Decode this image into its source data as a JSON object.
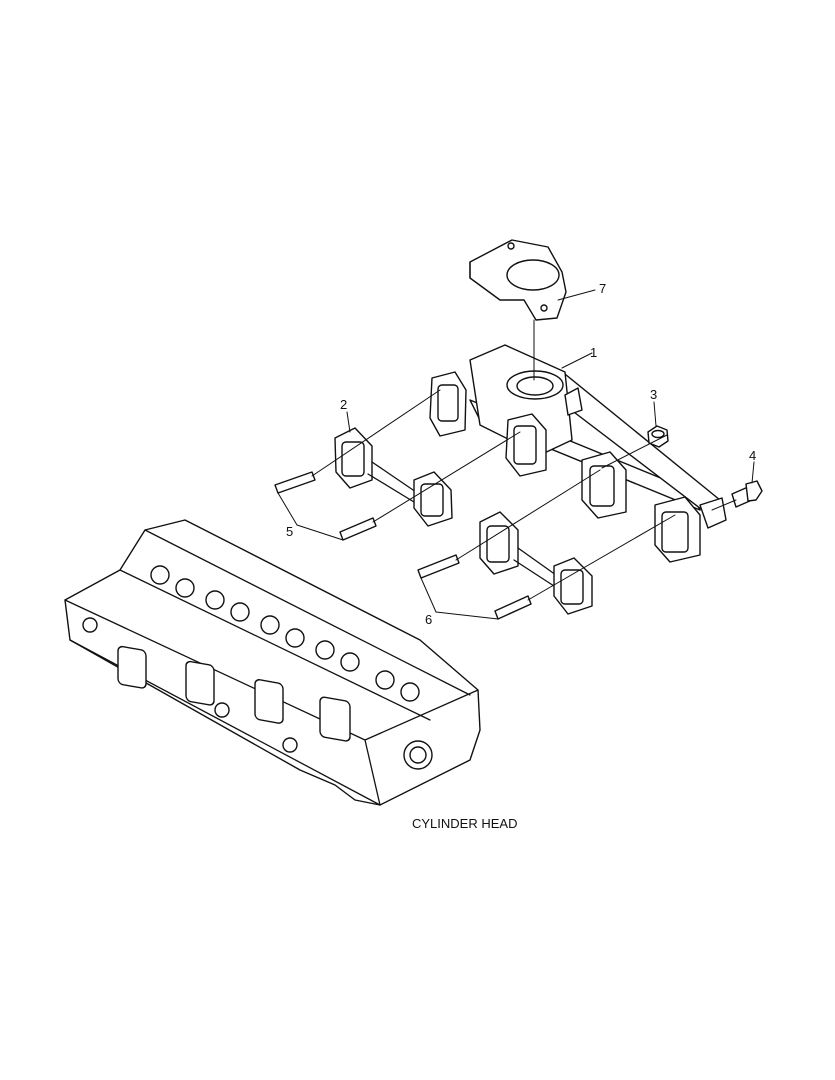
{
  "callouts": {
    "c1": "1",
    "c2": "2",
    "c3": "3",
    "c4": "4",
    "c5": "5",
    "c6": "6",
    "c7": "7"
  },
  "captions": {
    "cylinder_head": "CYLINDER HEAD"
  }
}
